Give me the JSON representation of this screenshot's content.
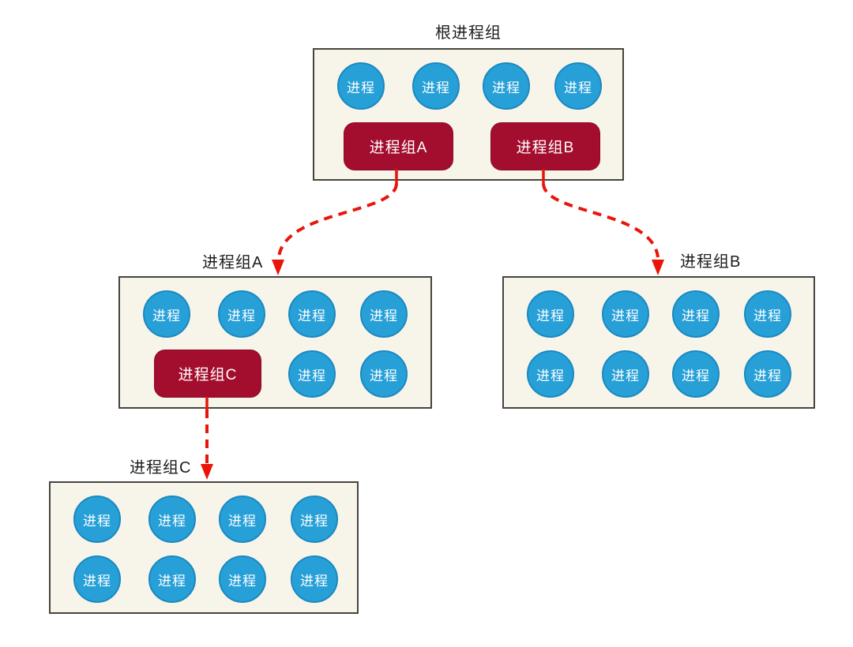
{
  "diagram": {
    "topic": "process-group-hierarchy"
  },
  "labels": {
    "process": "进程"
  },
  "groups": {
    "root": {
      "title": "根进程组",
      "process_count": 4,
      "subgroup_buttons": [
        {
          "label": "进程组A"
        },
        {
          "label": "进程组B"
        }
      ]
    },
    "group_a": {
      "title": "进程组A",
      "process_count": 6,
      "subgroup_buttons": [
        {
          "label": "进程组C"
        }
      ]
    },
    "group_b": {
      "title": "进程组B",
      "process_count": 8,
      "subgroup_buttons": []
    },
    "group_c": {
      "title": "进程组C",
      "process_count": 8,
      "subgroup_buttons": []
    }
  },
  "edges": [
    {
      "from": "根进程组/进程组A",
      "to": "进程组A",
      "style": "red-dashed-arrow"
    },
    {
      "from": "根进程组/进程组B",
      "to": "进程组B",
      "style": "red-dashed-arrow"
    },
    {
      "from": "进程组A/进程组C",
      "to": "进程组C",
      "style": "red-dashed-arrow"
    }
  ],
  "colors": {
    "page_background": "#ffffff",
    "box_fill": "#f7f4e9",
    "box_border": "#45443f",
    "process_fill": "#27a0d8",
    "process_border": "#1b89c0",
    "subgroup_fill": "#a30d2e",
    "arrow": "#e8150b",
    "title_text": "#1d1d1f",
    "label_text": "#ffffff"
  }
}
